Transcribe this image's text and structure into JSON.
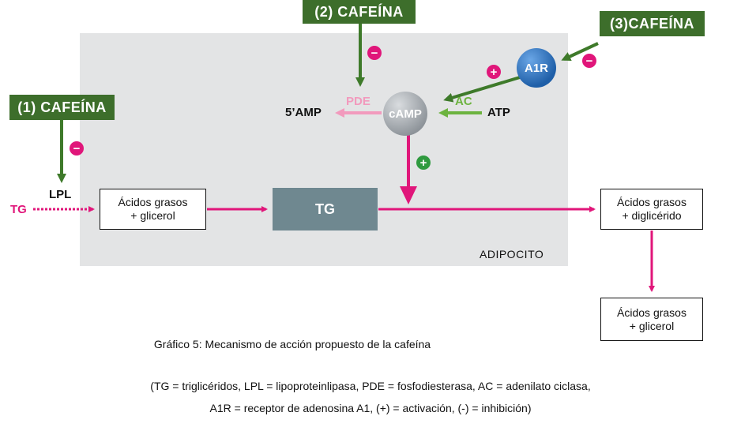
{
  "cafeina": {
    "c1": "(1) CAFEÍNA",
    "c2": "(2) CAFEÍNA",
    "c3": "(3)CAFEÍNA"
  },
  "nodes": {
    "lpl": "LPL",
    "tg_in": "TG",
    "acidos_glicerol_1": [
      "Ácidos grasos",
      "+ glicerol"
    ],
    "tg_box": "TG",
    "acidos_digliceridos": [
      "Ácidos grasos",
      "+ diglicérido"
    ],
    "acidos_glicerol_2": [
      "Ácidos grasos",
      "+ glicerol"
    ],
    "camp": "cAMP",
    "a1r": "A1R",
    "amp": "5’AMP",
    "pde": "PDE",
    "ac": "AC",
    "atp": "ATP",
    "adipocito": "ADIPOCITO"
  },
  "signs": {
    "minus": "−",
    "plus": "+"
  },
  "colors": {
    "green_label": "#3d6e2b",
    "magenta": "#e0167a",
    "pink_pde": "#f29abd",
    "green_ac": "#6cb33f",
    "dark_green_arrow": "#3e7a2a",
    "camp_grey": "#a3a8ad",
    "a1r_blue": "#1f5fa8",
    "tg_box": "#6f8890",
    "adipocyte_bg": "#e3e4e5",
    "plus_green": "#2f9a3f"
  },
  "caption": {
    "title": "Gráfico 5: Mecanismo de acción propuesto de la cafeína",
    "line1": "(TG = triglicéridos, LPL = lipoproteinlipasa, PDE = fosfodiesterasa, AC = adenilato ciclasa,",
    "line2": "A1R = receptor de adenosina A1, (+) = activación, (-) = inhibición)"
  }
}
